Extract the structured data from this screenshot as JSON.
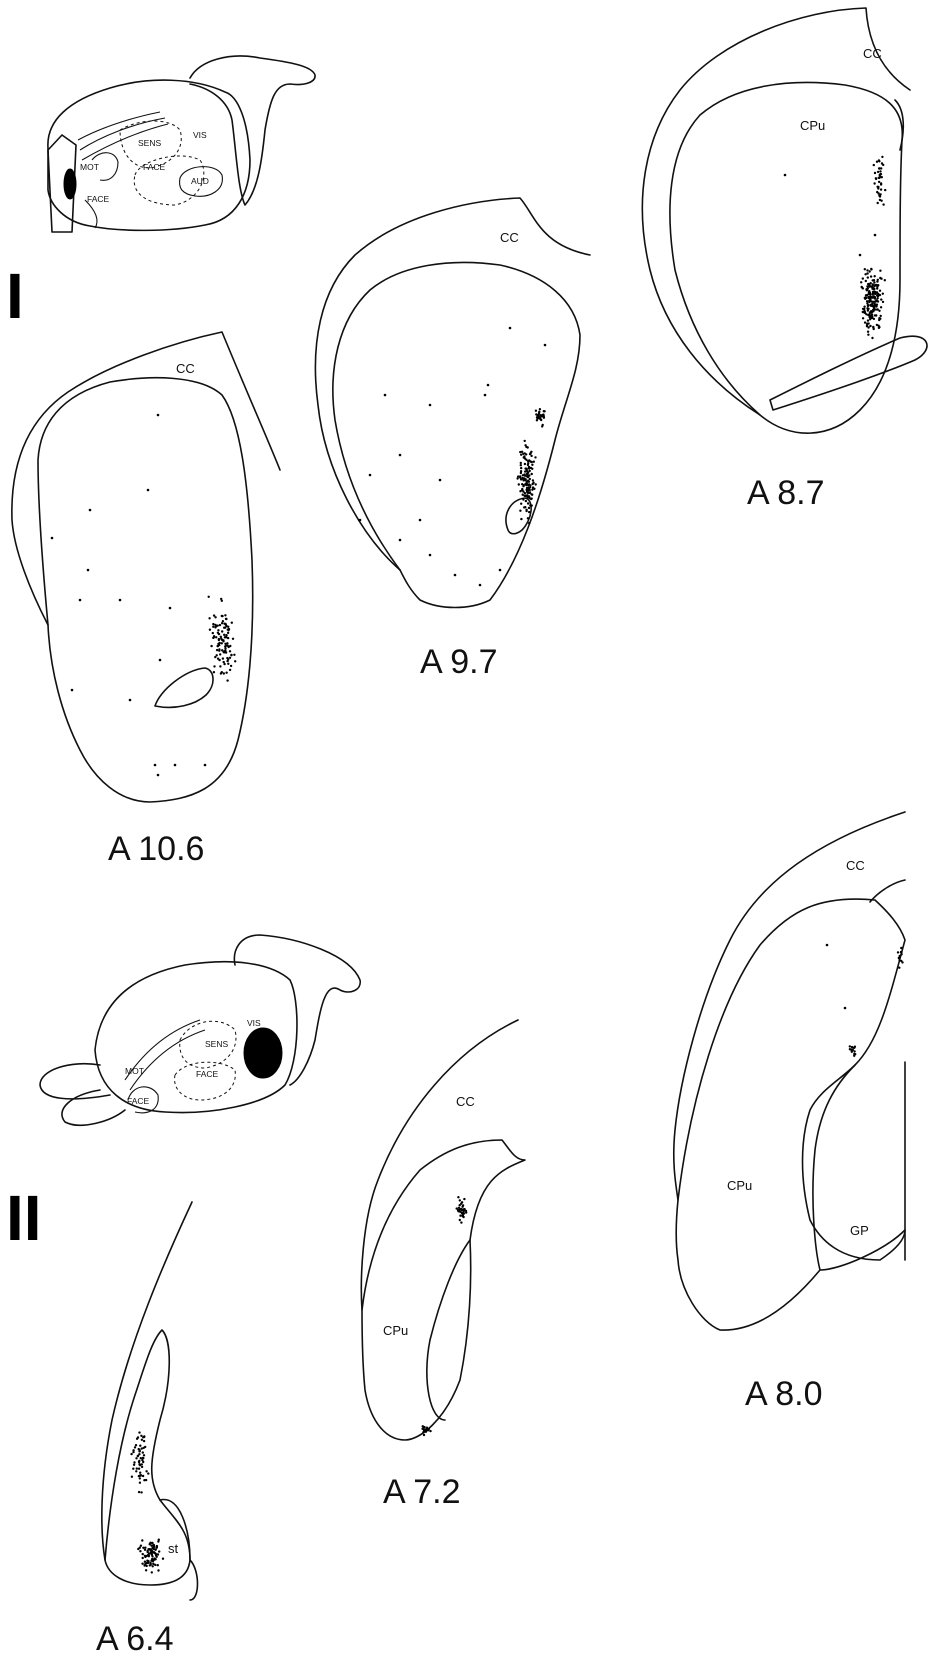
{
  "panels": {
    "panel_1": {
      "roman": "I",
      "brain_labels": {
        "mot": "MOT",
        "face1": "FACE",
        "face2": "FACE",
        "sens": "SENS",
        "vis": "VIS",
        "aud": "AUD"
      },
      "sections": [
        {
          "id": "a106",
          "caption": "A 10.6",
          "cc": "CC"
        },
        {
          "id": "a97",
          "caption": "A 9.7",
          "cc": "CC"
        },
        {
          "id": "a87",
          "caption": "A 8.7",
          "cc": "CC",
          "cpu": "CPu"
        }
      ]
    },
    "panel_2": {
      "roman": "II",
      "brain_labels": {
        "mot": "MOT",
        "face1": "FACE",
        "face2": "FACE",
        "sens": "SENS",
        "vis": "VIS"
      },
      "sections": [
        {
          "id": "a64",
          "caption": "A 6.4",
          "st": "st"
        },
        {
          "id": "a72",
          "caption": "A 7.2",
          "cc": "CC",
          "cpu": "CPu"
        },
        {
          "id": "a80",
          "caption": "A 8.0",
          "cc": "CC",
          "cpu": "CPu",
          "gp": "GP"
        }
      ]
    }
  }
}
